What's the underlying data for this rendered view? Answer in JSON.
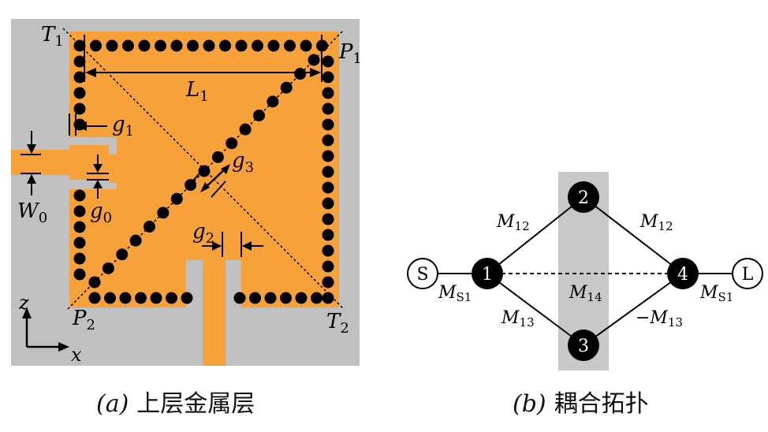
{
  "captions": {
    "a_tag": "(a)",
    "a_text": "上层金属层",
    "b_tag": "(b)",
    "b_text": "耦合拓扑"
  },
  "layout_a": {
    "T1": "T",
    "T1_sub": "1",
    "T2": "T",
    "T2_sub": "2",
    "P1": "P",
    "P1_sub": "1",
    "P2": "P",
    "P2_sub": "2",
    "L1": "L",
    "L1_sub": "1",
    "g1": "g",
    "g1_sub": "1",
    "g0": "g",
    "g0_sub": "0",
    "g2": "g",
    "g2_sub": "2",
    "g3": "g",
    "g3_sub": "3",
    "W0": "W",
    "W0_sub": "0",
    "axis_z": "z",
    "axis_x": "x"
  },
  "topology_b": {
    "source": "S",
    "load": "L",
    "node1": "1",
    "node2": "2",
    "node3": "3",
    "node4": "4",
    "M12_left": "M",
    "M12_left_sub": "12",
    "M12_right": "M",
    "M12_right_sub": "12",
    "M13_left": "M",
    "M13_left_sub": "13",
    "M13_right": "−M",
    "M13_right_sub": "13",
    "M14": "M",
    "M14_sub": "14",
    "MS1_left": "M",
    "MS1_left_sub": "S1",
    "MS1_right": "M",
    "MS1_right_sub": "S1"
  },
  "colors": {
    "substrate": "#c0c0c0",
    "metal": "#f7a13a",
    "via": "#000000",
    "highlight_band": "#c8c8c8"
  }
}
